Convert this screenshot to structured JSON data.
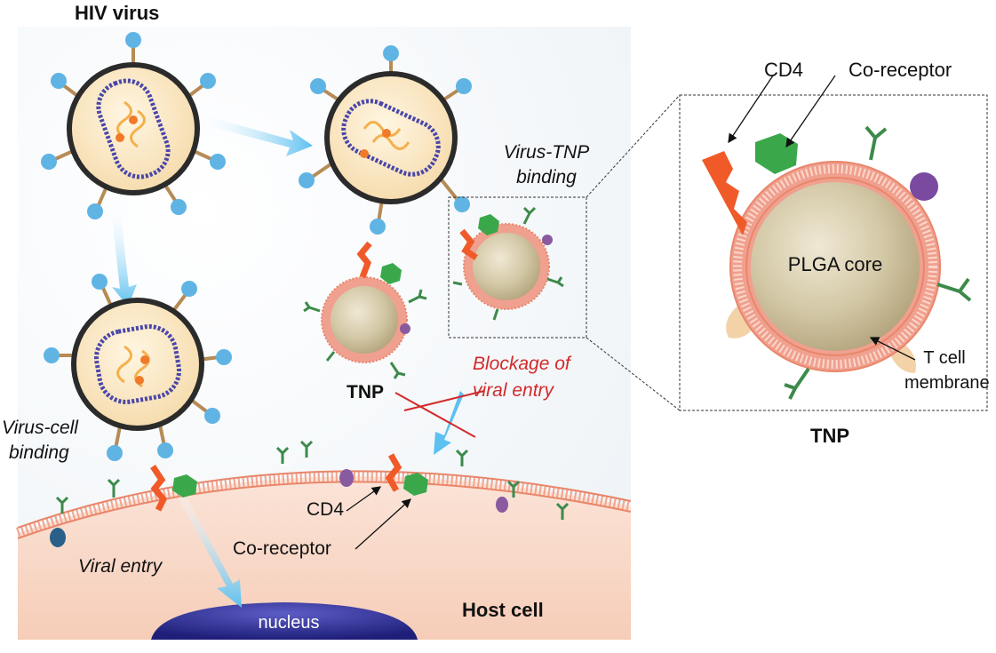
{
  "labels": {
    "hiv_virus": "HIV virus",
    "virus_tnp_binding_1": "Virus-TNP",
    "virus_tnp_binding_2": "binding",
    "virus_cell_binding_1": "Virus-cell",
    "virus_cell_binding_2": "binding",
    "tnp_left": "TNP",
    "blockage_1": "Blockage of",
    "blockage_2": "viral entry",
    "cd4_lower": "CD4",
    "coreceptor_lower": "Co-receptor",
    "viral_entry": "Viral entry",
    "nucleus": "nucleus",
    "host_cell": "Host cell",
    "cd4_inset": "CD4",
    "coreceptor_inset": "Co-receptor",
    "plga_core": "PLGA core",
    "tcell_membrane_1": "T cell",
    "tcell_membrane_2": "membrane",
    "tnp_inset": "TNP"
  },
  "colors": {
    "virus_interior": "#fbe8c6",
    "virus_shell": "#2b2b2b",
    "capsid": "#4a47a8",
    "spike": "#5fb4e4",
    "membrane": "#f0a08f",
    "core": "#cfc3a0",
    "host_cell": "#fbe3d6",
    "nucleus": "#2f2f8f",
    "cd4": "#f05a28",
    "coreceptor": "#3aa84a",
    "glycan": "#3d8a4b",
    "arrow": "#7ec8ef",
    "cross": "#d22a2a"
  }
}
